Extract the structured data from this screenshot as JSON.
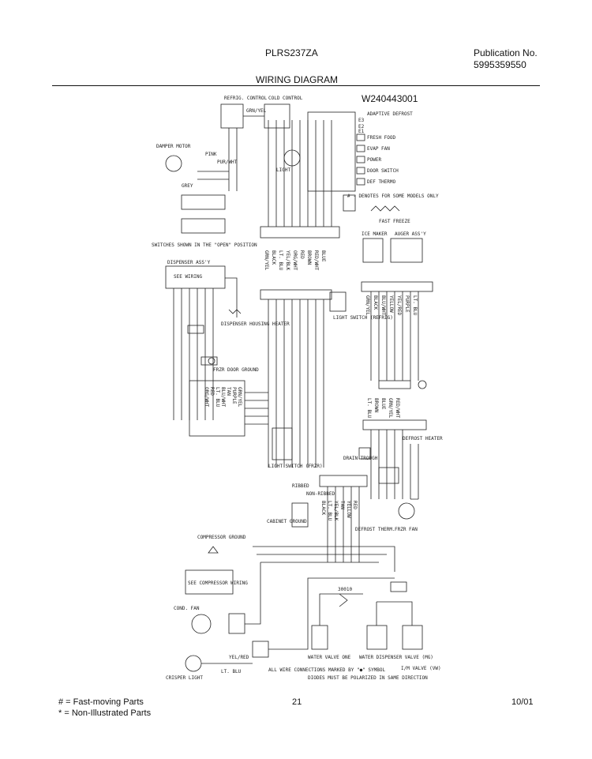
{
  "header": {
    "model": "PLRS237ZA",
    "publication_label": "Publication No.",
    "publication_number": "5995359550",
    "title": "WIRING DIAGRAM",
    "document_number": "W240443001"
  },
  "diagram_labels": {
    "refrig_control": "REFRIG. CONTROL",
    "cold_control": "COLD CONTROL",
    "damper_motor": "DAMPER MOTOR",
    "grn_yel": "GRN/YEL",
    "pink": "PINK",
    "grey": "GREY",
    "pur_wht": "PUR/WHT",
    "light": "LIGHT",
    "open_position": "SWITCHES SHOWN IN THE \"OPEN\" POSITION",
    "e3": "E3",
    "e2": "E2",
    "e1": "E1",
    "fresh_food": "FRESH FOOD",
    "evap_fan": "EVAP FAN",
    "power": "POWER",
    "door_switch": "DOOR SWITCH",
    "def_thermo": "DEF THERMO",
    "adaptive_defrost": "ADAPTIVE DEFROST",
    "some_models_only": "# - DENOTES FOR SOME MODELS ONLY",
    "fast_freeze": "FAST FREEZE",
    "dispenser_assy": "DISPENSER ASS'Y",
    "see_wiring": "SEE WIRING",
    "dispenser_heater": "DISPENSER HOUSING HEATER",
    "light_switch_refrig": "LIGHT SWITCH (REFRIG)",
    "ice_maker": "ICE MAKER",
    "auger_assy": "AUGER ASS'Y",
    "fz_door_ground": "FRZR DOOR GROUND",
    "light_switch_frzr": "LIGHT SWITCH (FRZR)",
    "drain_trough": "DRAIN TROUGH",
    "defrost_heater": "DEFROST HEATER",
    "defrost_therm": "DEFROST THERM.",
    "frzr_fan": "FRZR FAN",
    "cabinet_ground": "CABINET GROUND",
    "ribbed": "RIBBED",
    "non_ribbed": "NON-RIBBED",
    "compressor_ground": "COMPRESSOR GROUND",
    "see_compressor_wiring": "SEE COMPRESSOR WIRING",
    "cond_fan": "COND. FAN",
    "crisper_light": "CRISPER LIGHT",
    "yel_red": "YEL/RED",
    "lt_blu": "LT. BLU",
    "wire_connections": "ALL WIRE CONNECTIONS MARKED BY \"●\" SYMBOL",
    "diodes": "DIODES MUST BE POLARIZED IN SAME DIRECTION",
    "water_valve": "WATER VALVE ONE",
    "water_dispenser_valve": "WATER DISPENSER VALVE (MG)",
    "ice_valve": "I/M VALVE (VW)",
    "code_30010": "30010"
  },
  "wire_colors_center": [
    "GRN/YEL",
    "BLACK",
    "LT. BLU",
    "YEL/BLK",
    "ORG/WHT",
    "RED",
    "BROWN",
    "RED/WHT",
    "BLUE"
  ],
  "wire_colors_right": [
    "GRN/YEL",
    "BLACK",
    "BLU/WHT",
    "YELLOW",
    "YEL/RED",
    "PURPLE",
    "LT. BLU"
  ],
  "wire_colors_left": [
    "ORG/WHT",
    "RED",
    "LT. BLU",
    "BLU/WHT",
    "TAN",
    "PURPLE",
    "GRN/YEL"
  ],
  "wire_colors_lower": [
    "BLACK",
    "LT. BLU",
    "YEL/BLK",
    "TAN",
    "YELLOW",
    "RED"
  ],
  "wire_colors_defrost": [
    "LT. BLU",
    "BROWN",
    "BLUE",
    "GRN/YEL",
    "RED/WHT"
  ],
  "footer": {
    "legend_fast": "#  =  Fast-moving Parts",
    "legend_non": "*  =  Non-Illustrated Parts",
    "page_number": "21",
    "date": "10/01"
  }
}
